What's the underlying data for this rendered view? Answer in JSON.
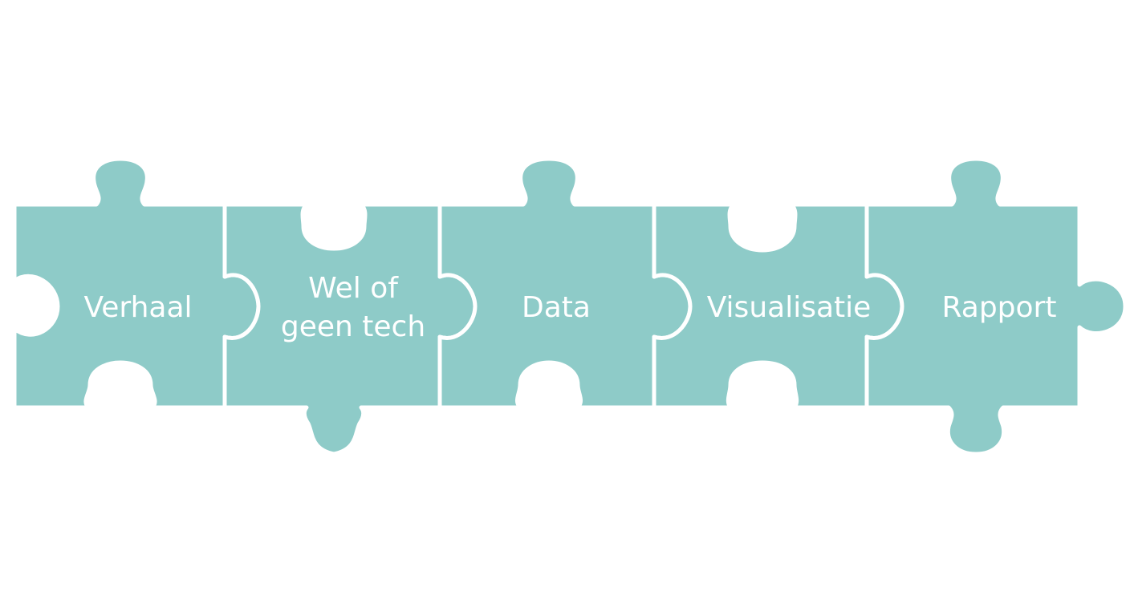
{
  "diagram": {
    "pieces": [
      {
        "id": "verhaal",
        "lines": [
          "Verhaal"
        ]
      },
      {
        "id": "wel-of-geen-tech",
        "lines": [
          "Wel of",
          "geen tech"
        ]
      },
      {
        "id": "data",
        "lines": [
          "Data"
        ]
      },
      {
        "id": "visualisatie",
        "lines": [
          "Visualisatie"
        ]
      },
      {
        "id": "rapport",
        "lines": [
          "Rapport"
        ]
      }
    ],
    "colors": {
      "piece_fill": "#8ecbc8",
      "seam": "#ffffff",
      "label": "#ffffff",
      "background": "#ffffff"
    }
  }
}
